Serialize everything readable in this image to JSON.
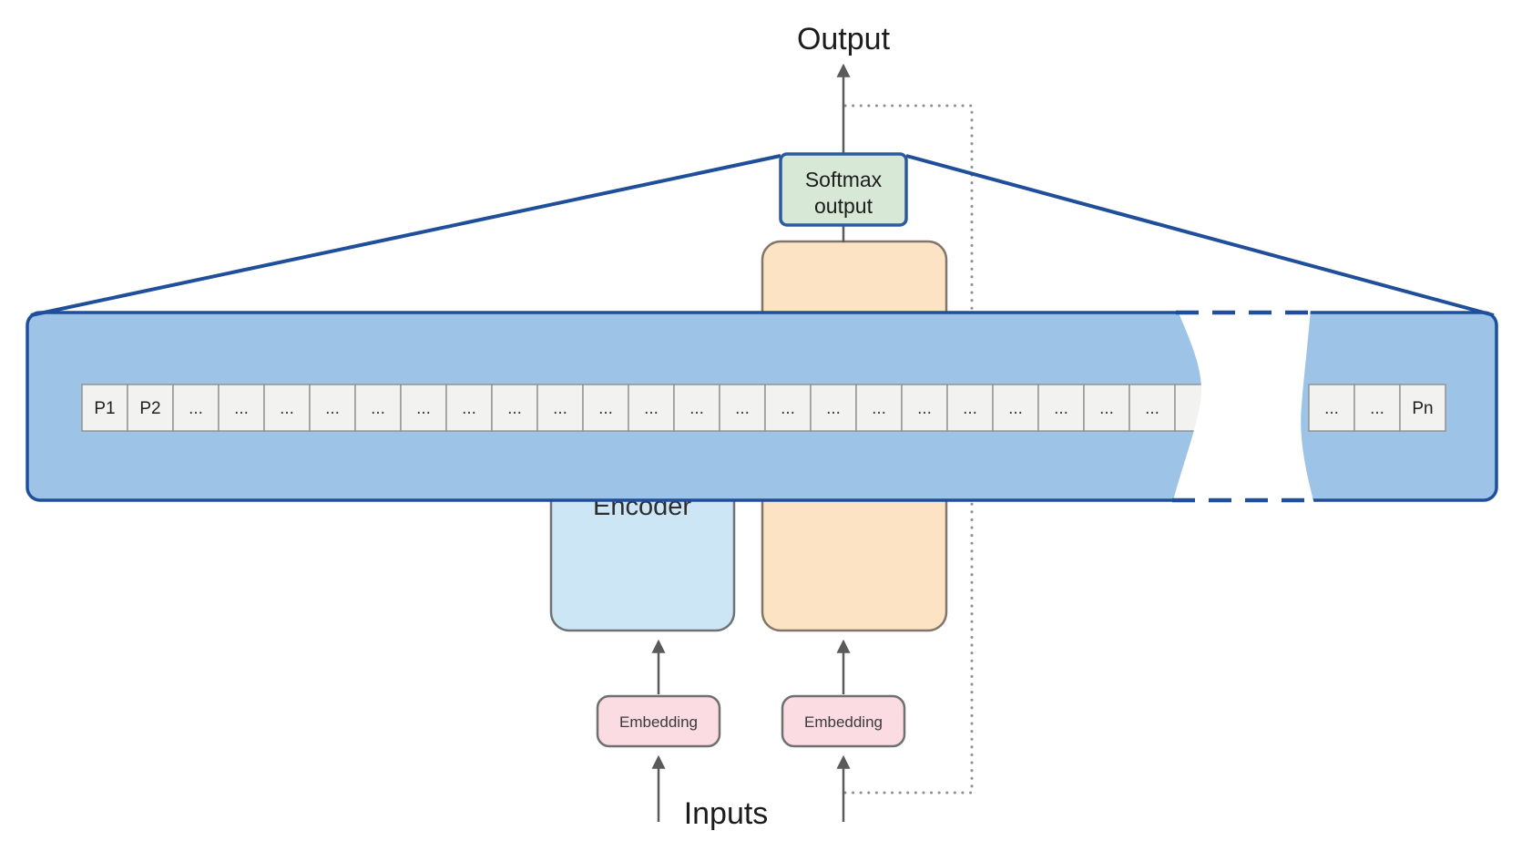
{
  "diagram": {
    "output_label": "Output",
    "inputs_label": "Inputs",
    "softmax": {
      "line1": "Softmax",
      "line2": "output"
    },
    "encoder_label": "Encoder",
    "embedding_left_label": "Embedding",
    "embedding_right_label": "Embedding",
    "cells_left": [
      "P1",
      "P2",
      "...",
      "...",
      "...",
      "...",
      "...",
      "...",
      "...",
      "...",
      "...",
      "...",
      "...",
      "...",
      "...",
      "...",
      "...",
      "...",
      "...",
      "...",
      "...",
      "...",
      "...",
      "...",
      ""
    ],
    "cells_right": [
      "...",
      "...",
      "Pn"
    ]
  },
  "colors": {
    "zoom_panel_fill": "#9dc3e6",
    "zoom_panel_border": "#1f4e9b",
    "softmax_fill": "#d7e9d6",
    "softmax_border": "#2c5aa0",
    "decoder_fill": "#fbe3c3",
    "decoder_border": "#82756a",
    "encoder_fill": "#cde6f6",
    "encoder_border": "#6e7275",
    "embedding_fill": "#fadce2",
    "embedding_border": "#707070",
    "cell_fill": "#f2f2f0",
    "cell_border": "#8f8f8f",
    "arrow_color": "#5a5a5a",
    "dotted_color": "#909090",
    "text_color": "#1c1c1c"
  }
}
